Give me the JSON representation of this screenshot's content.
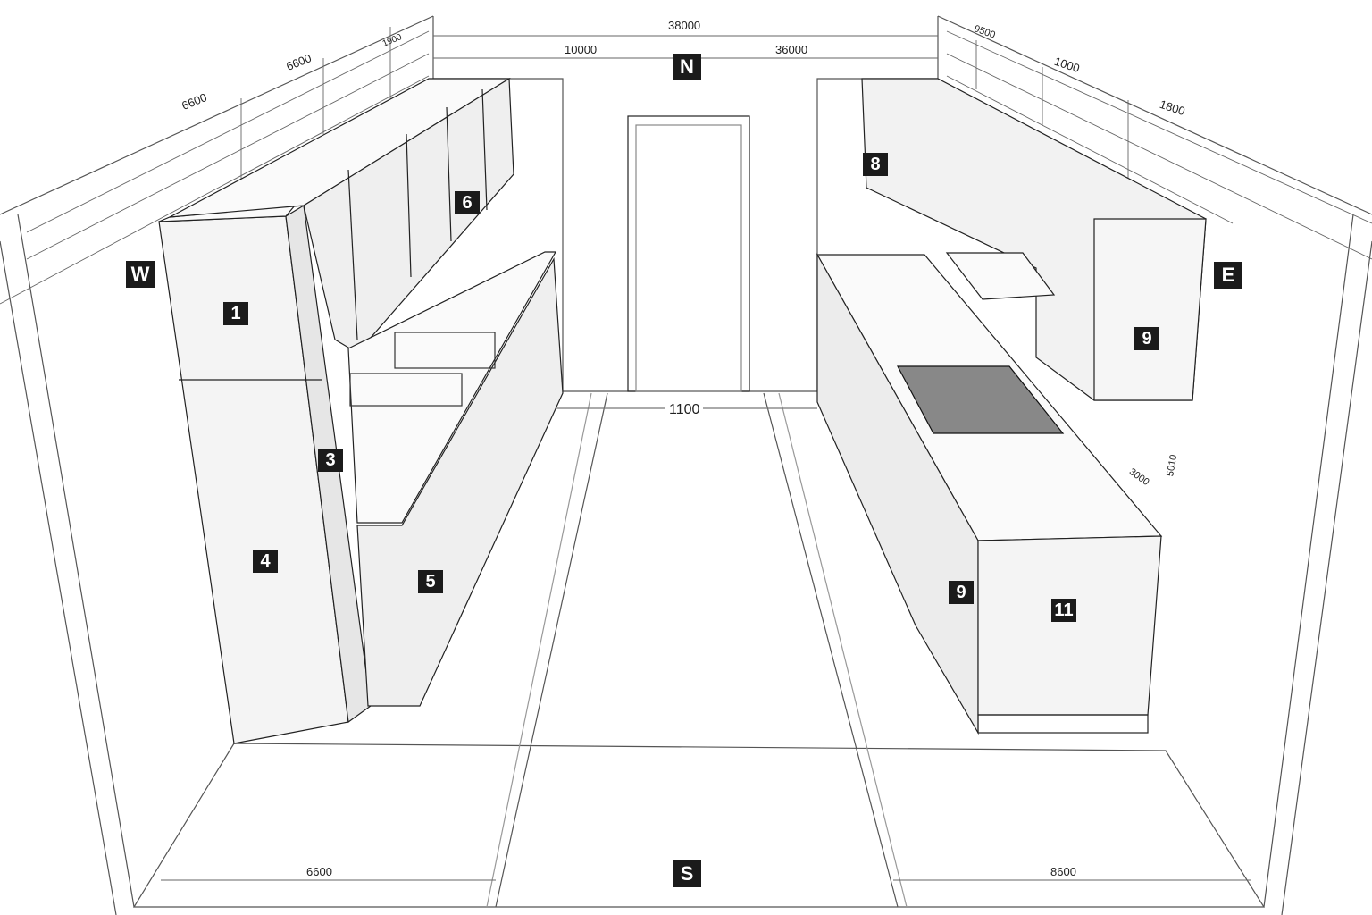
{
  "compass": {
    "north": "N",
    "south": "S",
    "west": "W",
    "east": "E"
  },
  "dimensions": {
    "top_total": "38000",
    "top_left": "10000",
    "top_right": "36000",
    "west_1": "6600",
    "west_2": "6600",
    "west_3": "1900",
    "east_1": "9500",
    "east_2": "1000",
    "east_3": "1800",
    "aisle": "1100",
    "east_side_1": "3000",
    "east_side_2": "5010",
    "bottom_left": "6600",
    "bottom_right": "8600"
  },
  "cabinet_labels": [
    "1",
    "3",
    "4",
    "5",
    "6",
    "8",
    "9",
    "9",
    "11"
  ],
  "colors": {
    "line": "#222222",
    "tag_bg": "#1b1b1b",
    "tag_text": "#ffffff",
    "cabinet_fill": "#f2f2f2"
  }
}
